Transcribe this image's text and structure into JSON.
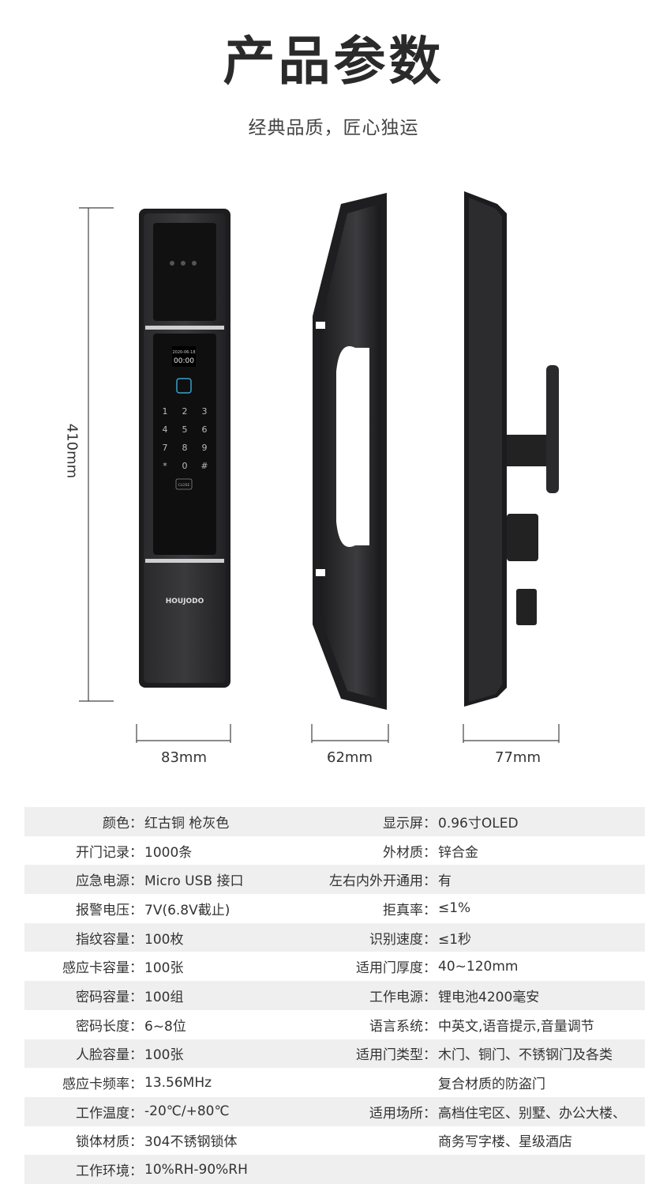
{
  "header": {
    "title": "产品参数",
    "subtitle": "经典品质，匠心独运"
  },
  "illustration": {
    "screen_date": "2020-06-18",
    "screen_time": "00:00",
    "keypad": [
      "1",
      "2",
      "3",
      "4",
      "5",
      "6",
      "7",
      "8",
      "9",
      "*",
      "0",
      "#"
    ],
    "close_label": "CLOSE",
    "brand_logo": "HOUJODO",
    "height_label": "410mm",
    "width_labels": [
      "83mm",
      "62mm",
      "77mm"
    ]
  },
  "specs": {
    "rows": [
      {
        "k1": "颜色：",
        "v1": "红古铜 枪灰色",
        "k2": "显示屏：",
        "v2": "0.96寸OLED",
        "shade": true
      },
      {
        "k1": "开门记录：",
        "v1": "1000条",
        "k2": "外材质：",
        "v2": "锌合金",
        "shade": false
      },
      {
        "k1": "应急电源：",
        "v1": "Micro USB 接口",
        "k2": "左右内外开通用：",
        "v2": "有",
        "shade": true
      },
      {
        "k1": "报警电压：",
        "v1": "7V(6.8V截止)",
        "k2": "拒真率：",
        "v2": "≤1%",
        "shade": false
      },
      {
        "k1": "指纹容量：",
        "v1": "100枚",
        "k2": "识别速度：",
        "v2": "≤1秒",
        "shade": true
      },
      {
        "k1": "感应卡容量：",
        "v1": "100张",
        "k2": "适用门厚度：",
        "v2": "40~120mm",
        "shade": false
      },
      {
        "k1": "密码容量：",
        "v1": "100组",
        "k2": "工作电源：",
        "v2": "锂电池4200毫安",
        "shade": true
      },
      {
        "k1": "密码长度：",
        "v1": "6~8位",
        "k2": "语言系统：",
        "v2": "中英文,语音提示,音量调节",
        "shade": false
      },
      {
        "k1": "人脸容量：",
        "v1": "100张",
        "k2": "适用门类型：",
        "v2": "木门、铜门、不锈钢门及各类",
        "shade": true
      },
      {
        "k1": "感应卡频率：",
        "v1": "13.56MHz",
        "k2": "",
        "v2": "复合材质的防盗门",
        "shade": false
      },
      {
        "k1": "工作温度：",
        "v1": "-20℃/+80℃",
        "k2": "适用场所：",
        "v2": "高档住宅区、别墅、办公大楼、",
        "shade": true
      },
      {
        "k1": "锁体材质：",
        "v1": "304不锈钢锁体",
        "k2": "",
        "v2": "商务写字楼、星级酒店",
        "shade": false
      },
      {
        "k1": "工作环境：",
        "v1": "10%RH-90%RH",
        "k2": "",
        "v2": "",
        "shade": true
      }
    ]
  }
}
